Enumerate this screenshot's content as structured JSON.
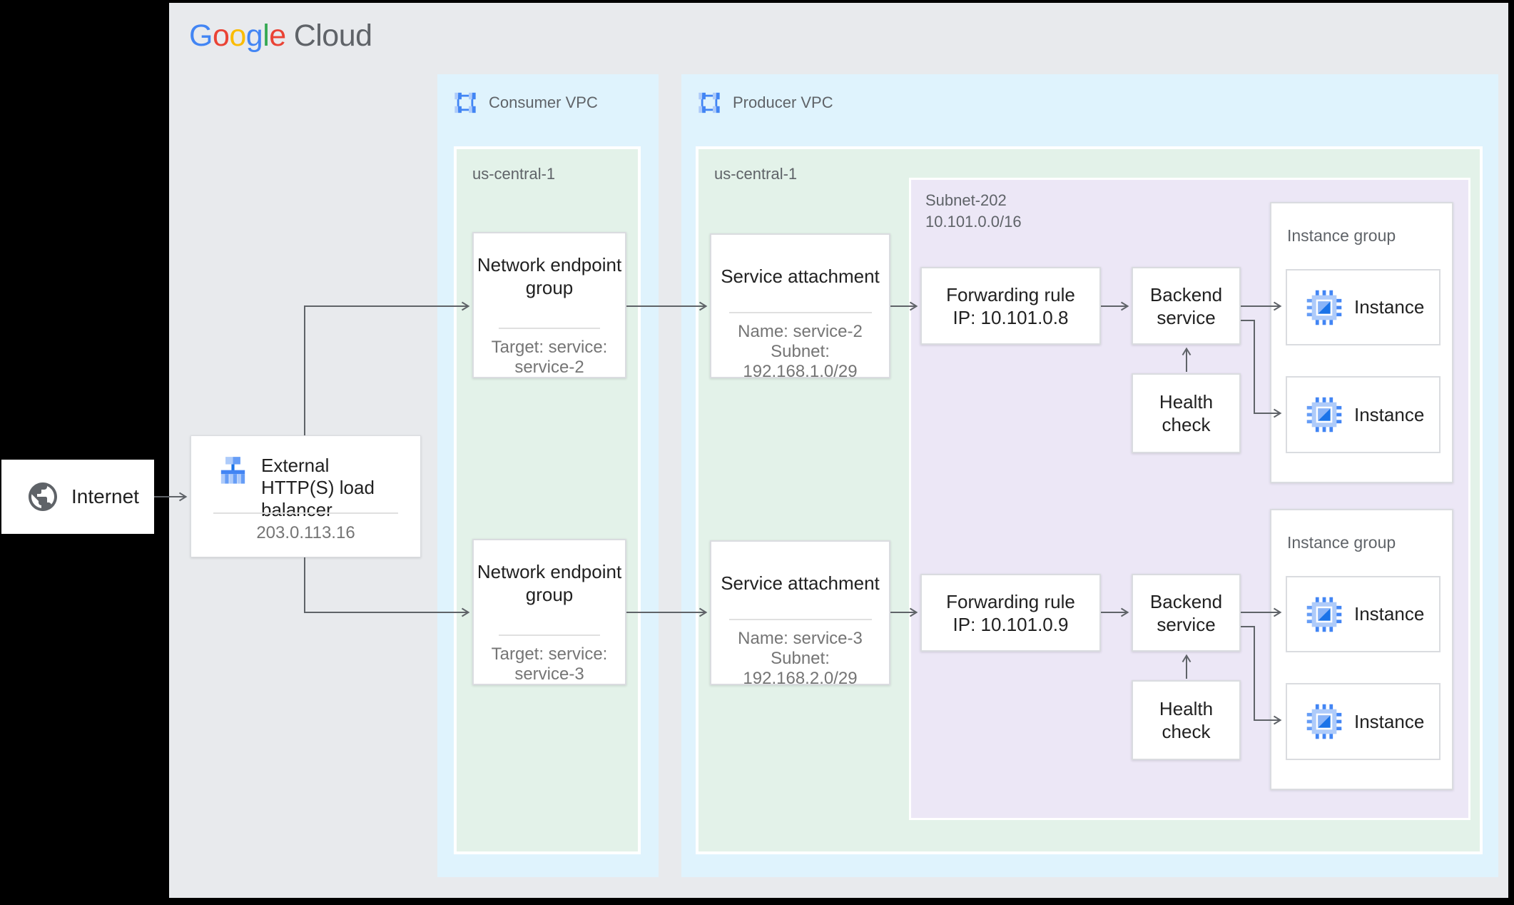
{
  "logo": {
    "letters": [
      {
        "ch": "G",
        "color": "#4285F4"
      },
      {
        "ch": "o",
        "color": "#EA4335"
      },
      {
        "ch": "o",
        "color": "#FBBC04"
      },
      {
        "ch": "g",
        "color": "#4285F4"
      },
      {
        "ch": "l",
        "color": "#34A853"
      },
      {
        "ch": "e",
        "color": "#EA4335"
      }
    ],
    "suffix": "Cloud"
  },
  "internet": {
    "label": "Internet"
  },
  "load_balancer": {
    "title": "External HTTP(S) load balancer",
    "ip": "203.0.113.16"
  },
  "consumer_vpc": {
    "label": "Consumer VPC",
    "region_label": "us-central-1"
  },
  "producer_vpc": {
    "label": "Producer VPC",
    "region_label": "us-central-1",
    "subnet_name": "Subnet-202",
    "subnet_cidr": "10.101.0.0/16"
  },
  "rows": [
    {
      "neg": {
        "title": "Network endpoint group",
        "target_line1": "Target: service:",
        "target_line2": "service-2"
      },
      "service_attachment": {
        "title": "Service attachment",
        "name": "Name: service-2",
        "subnet_label": "Subnet:",
        "subnet_cidr": "192.168.1.0/29"
      },
      "forwarding_rule": {
        "title": "Forwarding rule",
        "ip": "IP: 10.101.0.8"
      },
      "backend_service": "Backend service",
      "health_check": "Health check",
      "instance_group": {
        "label": "Instance group",
        "instances": [
          "Instance",
          "Instance"
        ]
      }
    },
    {
      "neg": {
        "title": "Network endpoint group",
        "target_line1": "Target: service:",
        "target_line2": "service-3"
      },
      "service_attachment": {
        "title": "Service attachment",
        "name": "Name: service-3",
        "subnet_label": "Subnet:",
        "subnet_cidr": "192.168.2.0/29"
      },
      "forwarding_rule": {
        "title": "Forwarding rule",
        "ip": "IP: 10.101.0.9"
      },
      "backend_service": "Backend service",
      "health_check": "Health check",
      "instance_group": {
        "label": "Instance group",
        "instances": [
          "Instance",
          "Instance"
        ]
      }
    }
  ],
  "colors": {
    "vpc_fill": "#DFF3FD",
    "region_fill": "#E3F2E9",
    "subnet_fill": "#ECE7F6",
    "canvas_fill": "#E8EAED",
    "wire": "#5F6368",
    "accent_blue": "#4285F4"
  }
}
